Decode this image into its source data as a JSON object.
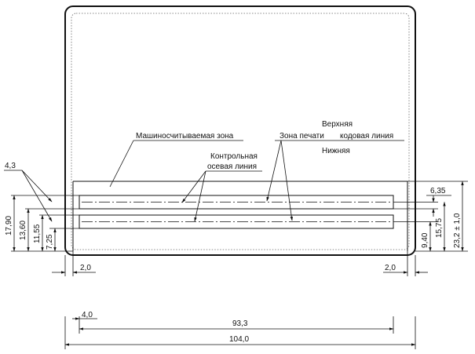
{
  "labels": {
    "machine_zone": "Машиносчитываемая зона",
    "control_axis_line1": "Контрольная",
    "control_axis_line2": "осевая линия",
    "upper": "Верхняя",
    "print_zone": "Зона печати",
    "code_line": "кодовая линия",
    "lower": "Нижняя"
  },
  "dimensions": {
    "d4_3": "4,3",
    "d17_90": "17,90",
    "d13_60": "13,60",
    "d11_55": "11,55",
    "d7_25": "7,25",
    "d2_0_left": "2,0",
    "d2_0_right": "2,0",
    "d6_35": "6,35",
    "d9_40": "9,40",
    "d15_75": "15,75",
    "d23_2": "23,2 ± 1,0",
    "d4_0": "4,0",
    "d93_3": "93,3",
    "d104_0": "104,0"
  }
}
